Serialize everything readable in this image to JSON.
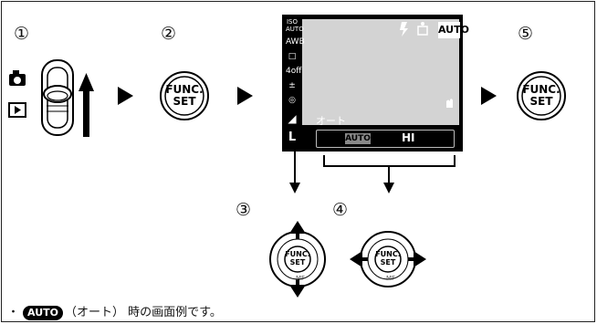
{
  "step_numbers": {
    "s1": "①",
    "s2": "②",
    "s3": "③",
    "s4": "④",
    "s5": "⑤"
  },
  "func_button": {
    "line1": "FUNC.",
    "line2": "SET"
  },
  "lcd": {
    "side_icons": [
      "ISO AUTO",
      "AWB",
      "□",
      "4off",
      "±",
      "◎",
      "◢",
      "L"
    ],
    "top_auto": "AUTO",
    "label": "オート",
    "bar_auto": "AUTO",
    "bar_hi": "HI"
  },
  "dial_labels": {
    "ae_mf": "MF"
  },
  "note": {
    "bullet": "・",
    "badge": "AUTO",
    "text": "（オート） 時の画面例です。"
  },
  "colors": {
    "lcd_black": "#000000",
    "lcd_screen": "#d3d3d3",
    "ink": "#111111"
  }
}
